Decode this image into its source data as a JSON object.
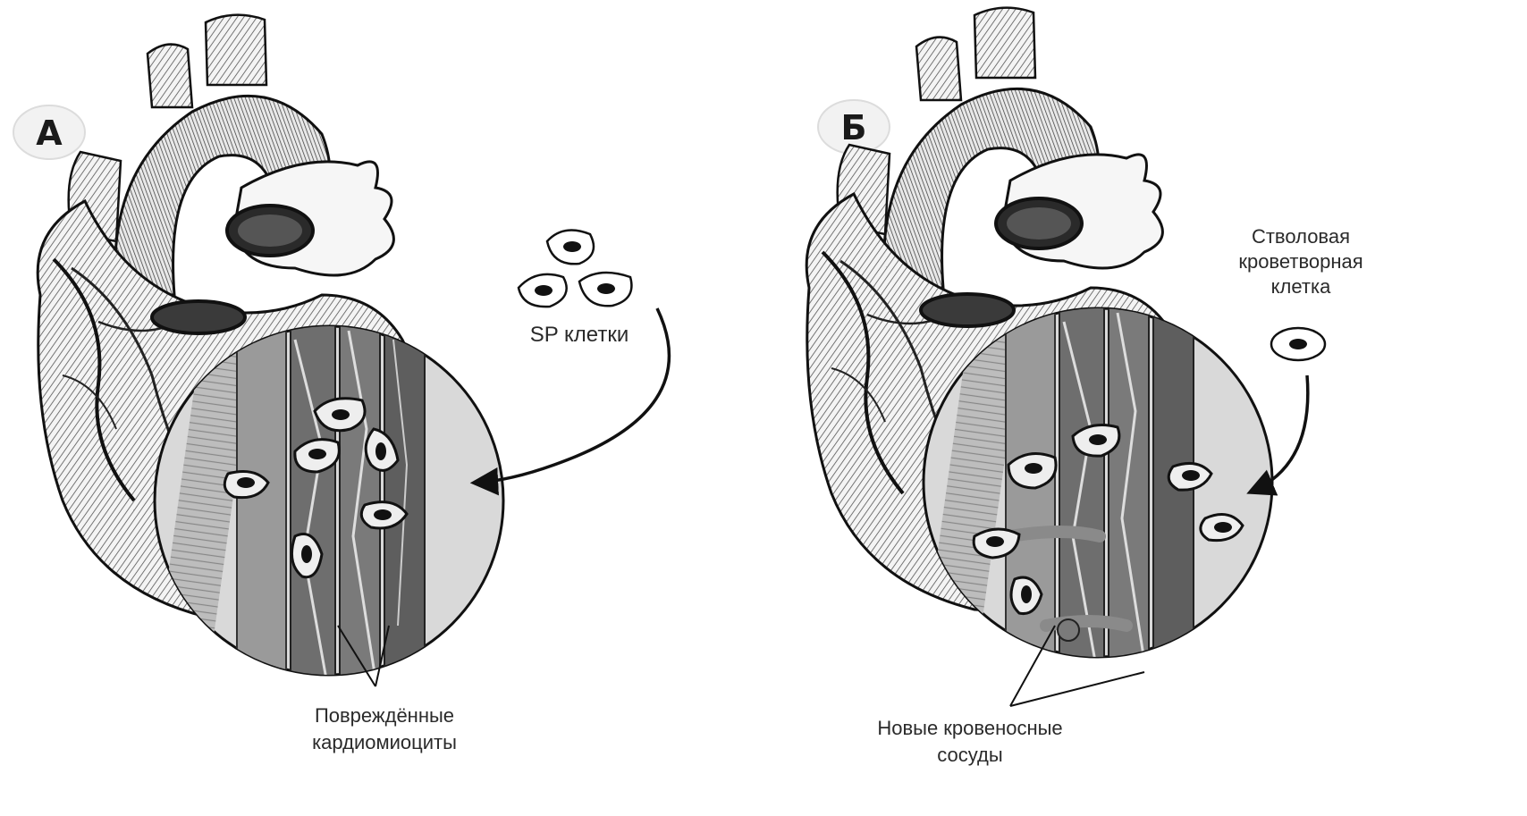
{
  "panel_a": {
    "letter": "А",
    "cells_label": "SP клетки",
    "damaged_label_line1": "Повреждённые",
    "damaged_label_line2": "кардиомиоциты"
  },
  "panel_b": {
    "letter": "Б",
    "stem_label_line1": "Стволовая",
    "stem_label_line2": "кроветворная",
    "stem_label_line3": "клетка",
    "vessels_label_line1": "Новые кровеносные",
    "vessels_label_line2": "сосуды"
  },
  "colors": {
    "ink": "#1a1a1a",
    "muscle_dark": "#6e6e6e",
    "muscle_mid": "#9a9a9a",
    "muscle_light": "#c8c8c8",
    "circle_bg": "#d9d9d9"
  }
}
